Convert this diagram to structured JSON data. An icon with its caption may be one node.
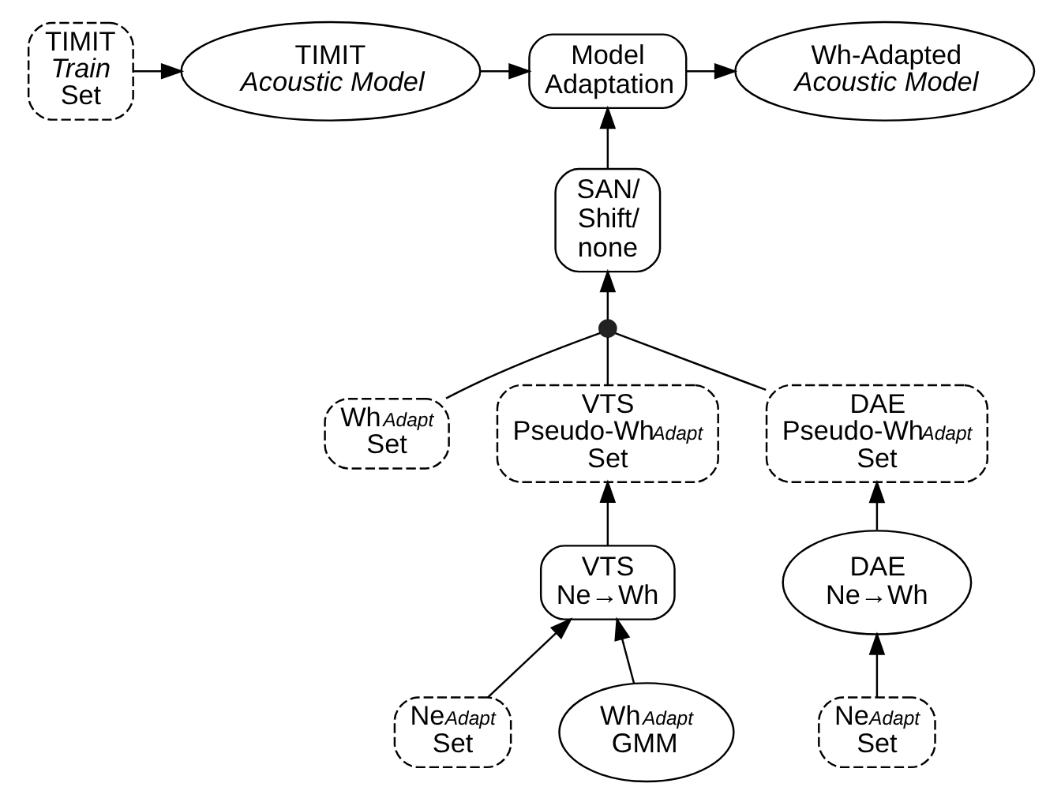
{
  "diagram": {
    "nodes": [
      {
        "text": [
          "TIMIT *Train* Set"
        ]
      },
      {
        "text": [
          "TIMIT *Acoustic Model*"
        ]
      },
      {
        "text": [
          "Model Adaptation"
        ]
      },
      {
        "text": [
          "Wh-Adapted *Acoustic Model*"
        ]
      },
      {
        "text": [
          "SAN/ Shift/ none"
        ]
      },
      {
        "text": [],
        "shape": "switch"
      },
      {
        "text": [
          "Wh$_{Adapt}$ Set"
        ]
      },
      {
        "text": [
          "VTS Pseudo-Wh$_{Adapt}$ Set"
        ]
      },
      {
        "text": [
          "DAE Pseudo-Wh$_{Adapt}$ Set"
        ]
      },
      {
        "text": [
          "VTS Ne→Wh"
        ]
      },
      {
        "text": [
          "DAE Ne→Wh"
        ]
      },
      {
        "text": [
          "Ne$_{Adapt}$ Set"
        ]
      },
      {
        "text": [
          "Wh$_{Adapt}$ GMM"
        ]
      },
      {
        "text": [
          "Ne$_{Adapt}$ Set"
        ]
      }
    ],
    "edges": [
      {
        "from": 0,
        "to": 1,
        "arrow": "to"
      },
      {
        "from": 1,
        "to": 2,
        "arrow": "to"
      },
      {
        "from": 2,
        "to": 3,
        "arrow": "to"
      },
      {
        "from": 4,
        "to": 2,
        "arrow": "to"
      },
      {
        "from": 5,
        "to": 4,
        "arrow": "to"
      },
      {
        "from": 6,
        "to": 5,
        "arrow": "none"
      },
      {
        "from": 7,
        "to": 5,
        "arrow": "none"
      },
      {
        "from": 8,
        "to": 5,
        "arrow": "none"
      },
      {
        "from": 9,
        "to": 7,
        "arrow": "to"
      },
      {
        "from": 10,
        "to": 8,
        "arrow": "to"
      },
      {
        "from": 11,
        "to": 9,
        "arrow": "to"
      },
      {
        "from": 12,
        "to": 9,
        "arrow": "to"
      },
      {
        "from": 13,
        "to": 10,
        "arrow": "to"
      }
    ]
  }
}
